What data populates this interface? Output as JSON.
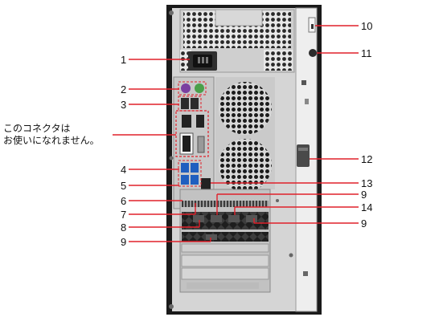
{
  "note": {
    "line1": "このコネクタは",
    "line2": "お使いになれません。"
  },
  "accent_color": "#e0202a",
  "callouts": {
    "left": [
      {
        "id": "c1",
        "label": "1"
      },
      {
        "id": "c2",
        "label": "2"
      },
      {
        "id": "c3",
        "label": "3"
      },
      {
        "id": "c4",
        "label": "4"
      },
      {
        "id": "c5",
        "label": "5"
      },
      {
        "id": "c6",
        "label": "6"
      },
      {
        "id": "c7",
        "label": "7"
      },
      {
        "id": "c8",
        "label": "8"
      },
      {
        "id": "c9a",
        "label": "9"
      }
    ],
    "right": [
      {
        "id": "c10",
        "label": "10"
      },
      {
        "id": "c11",
        "label": "11"
      },
      {
        "id": "c12",
        "label": "12"
      },
      {
        "id": "c13",
        "label": "13"
      },
      {
        "id": "c9b",
        "label": "9"
      },
      {
        "id": "c14",
        "label": "14"
      },
      {
        "id": "c9c",
        "label": "9"
      }
    ]
  }
}
